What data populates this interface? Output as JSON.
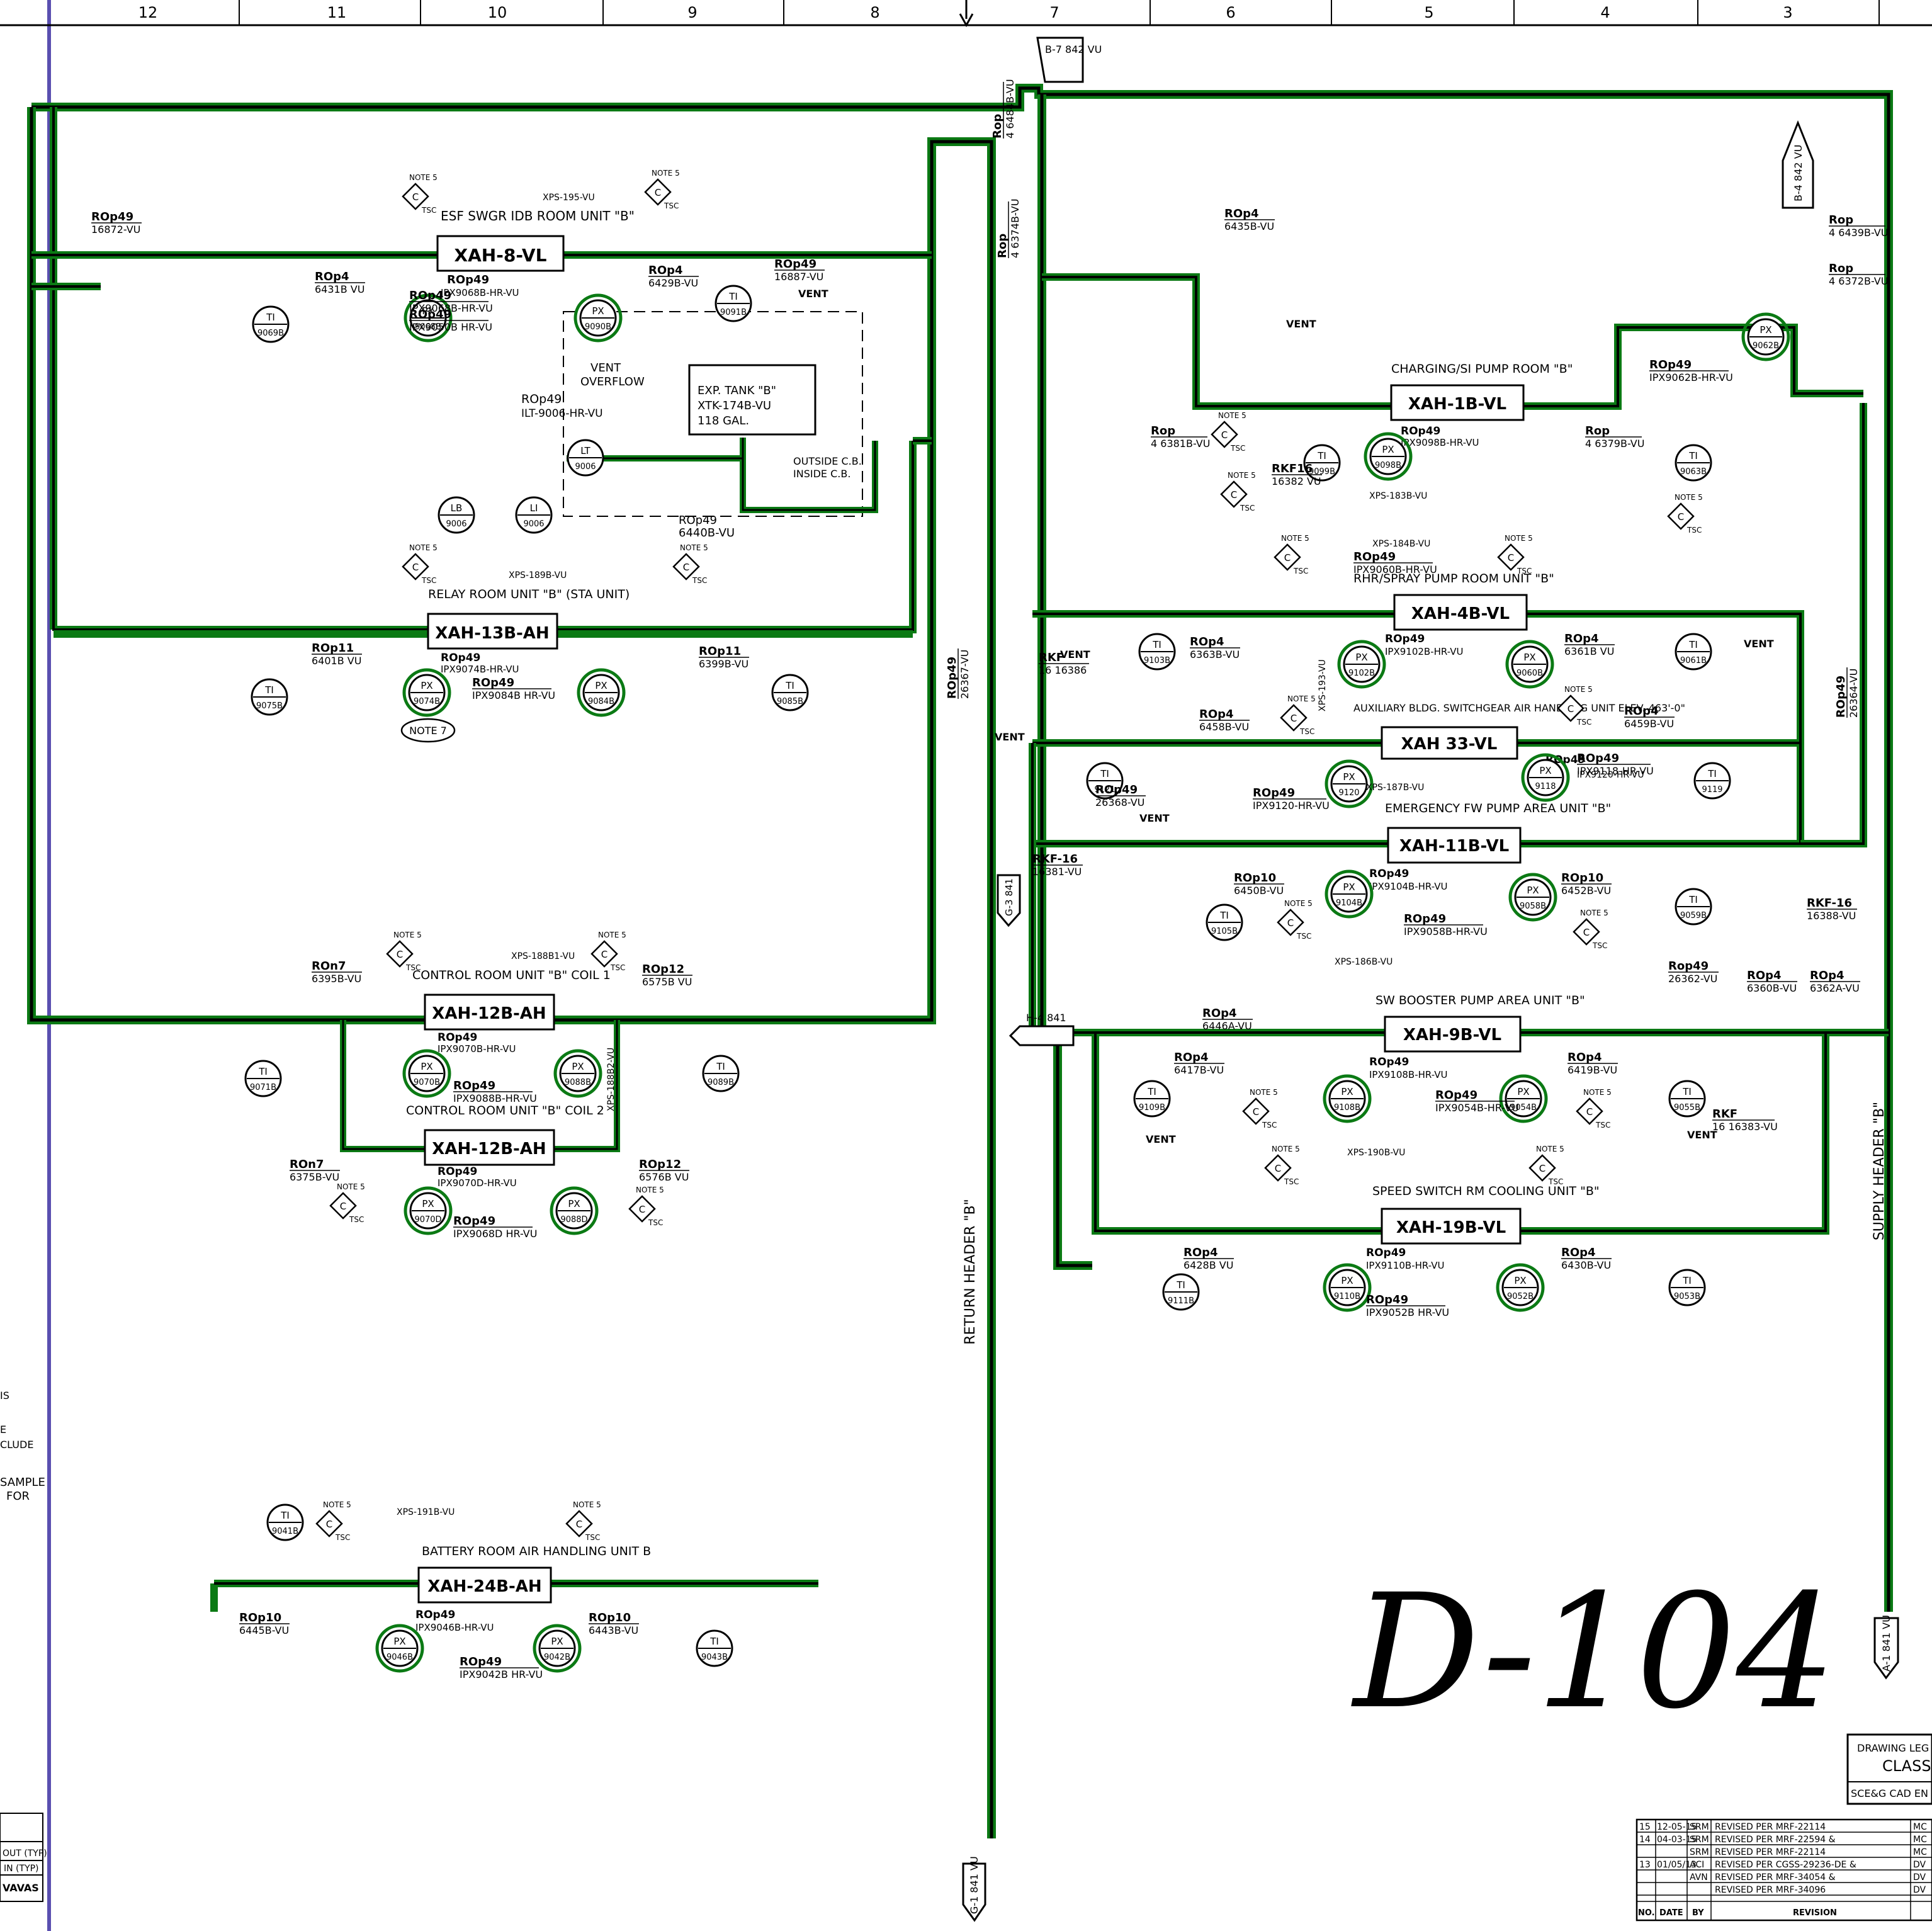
{
  "grid_columns": [
    "12",
    "11",
    "10",
    "9",
    "8",
    "7",
    "6",
    "5",
    "4",
    "3"
  ],
  "handwritten_label": "D-104",
  "header_labels": {
    "return": "RETURN HEADER \"B\"",
    "supply": "SUPPLY HEADER \"B\""
  },
  "units": [
    {
      "id": "xah8",
      "tag": "XAH-8-VL",
      "desc": "ESF SWGR IDB ROOM UNIT \"B\"",
      "ro": "ROp49",
      "ro_tag": "IPX9068B-HR-VU"
    },
    {
      "id": "xah13b",
      "tag": "XAH-13B-AH",
      "desc": "RELAY ROOM UNIT \"B\" (STA UNIT)",
      "ro": "ROp49",
      "ro_tag": "IPX9074B-HR-VU"
    },
    {
      "id": "xah12b1",
      "tag": "XAH-12B-AH",
      "desc": "CONTROL ROOM UNIT \"B\" COIL 1",
      "ro": "ROp49",
      "ro_tag": "IPX9070B-HR-VU"
    },
    {
      "id": "xah12b2",
      "tag": "XAH-12B-AH",
      "desc": "CONTROL ROOM UNIT \"B\" COIL 2",
      "ro": "ROp49",
      "ro_tag": "IPX9070D-HR-VU"
    },
    {
      "id": "xah24b",
      "tag": "XAH-24B-AH",
      "desc": "BATTERY ROOM AIR HANDLING UNIT B",
      "ro": "ROp49",
      "ro_tag": "IPX9046B-HR-VU"
    },
    {
      "id": "xah1b",
      "tag": "XAH-1B-VL",
      "desc": "CHARGING/SI PUMP ROOM \"B\"",
      "ro": "ROp49",
      "ro_tag": "IPX9098B-HR-VU"
    },
    {
      "id": "xah4b",
      "tag": "XAH-4B-VL",
      "desc": "RHR/SPRAY PUMP ROOM UNIT \"B\"",
      "ro": "ROp49",
      "ro_tag": "IPX9102B-HR-VU"
    },
    {
      "id": "xah33",
      "tag": "XAH 33-VL",
      "desc": "AUXILIARY BLDG. SWITCHGEAR AIR HANDLING UNIT ELEV. 463'-0\"",
      "ro": "ROp49",
      "ro_tag": "IPX9120-HR-VU"
    },
    {
      "id": "xah11b",
      "tag": "XAH-11B-VL",
      "desc": "EMERGENCY FW PUMP AREA UNIT \"B\"",
      "ro": "ROp49",
      "ro_tag": "IPX9104B-HR-VU"
    },
    {
      "id": "xah9b",
      "tag": "XAH-9B-VL",
      "desc": "SW BOOSTER PUMP AREA UNIT \"B\"",
      "ro": "ROp49",
      "ro_tag": "IPX9108B-HR-VU"
    },
    {
      "id": "xah19b",
      "tag": "XAH-19B-VL",
      "desc": "SPEED SWITCH RM COOLING UNIT \"B\"",
      "ro": "ROp49",
      "ro_tag": "IPX9110B-HR-VU"
    }
  ],
  "tank": {
    "line1": "EXP. TANK \"B\"",
    "line2": "XTK-174B-VU",
    "line3": "118 GAL."
  },
  "tank_labels": {
    "vent": "VENT",
    "overflow": "OVERFLOW",
    "outside": "OUTSIDE C.B.",
    "inside": "INSIDE C.B.",
    "ro": "ROp49",
    "ro_tag": "ILT-9006-HR-VU",
    "ro2": "ROp49",
    "ro2_tag": "6440B-VU"
  },
  "instruments": [
    {
      "tag": "TI 9069B"
    },
    {
      "tag": "PX 9068B"
    },
    {
      "tag": "PX 9090B"
    },
    {
      "tag": "TI 9091B"
    },
    {
      "tag": "LT 9006"
    },
    {
      "tag": "LB 9006"
    },
    {
      "tag": "LI 9006"
    },
    {
      "tag": "TI 9075B"
    },
    {
      "tag": "PX 9074B"
    },
    {
      "tag": "PX 9084B"
    },
    {
      "tag": "TI 9085B"
    },
    {
      "tag": "TI 9071B"
    },
    {
      "tag": "PX 9070B"
    },
    {
      "tag": "PX 9088B"
    },
    {
      "tag": "TI 9089B"
    },
    {
      "tag": "PX 9070D"
    },
    {
      "tag": "PX 9088D"
    },
    {
      "tag": "TI 9041B"
    },
    {
      "tag": "PX 9046B"
    },
    {
      "tag": "PX 9042B"
    },
    {
      "tag": "TI 9043B"
    },
    {
      "tag": "TI 9099B"
    },
    {
      "tag": "PX 9098B"
    },
    {
      "tag": "PX 9062B"
    },
    {
      "tag": "TI 9063B"
    },
    {
      "tag": "TI 9103B"
    },
    {
      "tag": "PX 9102B"
    },
    {
      "tag": "PX 9060B"
    },
    {
      "tag": "TI 9061B"
    },
    {
      "tag": "TI 9121"
    },
    {
      "tag": "PX 9120"
    },
    {
      "tag": "PX 9118"
    },
    {
      "tag": "TI 9119"
    },
    {
      "tag": "TI 9105B"
    },
    {
      "tag": "PX 9104B"
    },
    {
      "tag": "PX 9058B"
    },
    {
      "tag": "TI 9059B"
    },
    {
      "tag": "TI 9109B"
    },
    {
      "tag": "PX 9108B"
    },
    {
      "tag": "PX 9054B"
    },
    {
      "tag": "TI 9055B"
    },
    {
      "tag": "TI 9111B"
    },
    {
      "tag": "PX 9110B"
    },
    {
      "tag": "PX 9052B"
    },
    {
      "tag": "TI 9053B"
    }
  ],
  "line_tags": [
    "ROp49 16872-VU",
    "ROp4 6431B VU",
    "ROp49 IPX9068B-HR-VU",
    "ROp49 IPX9050B HR-VU",
    "ROp4 6429B-VU",
    "ROp49 16887-VU",
    "ROp11 6401B VU",
    "ROp49 IPX9084B HR-VU",
    "ROp11 6399B-VU",
    "ROn7 6395B-VU",
    "ROp12 6575B VU",
    "ROn7 6375B-VU",
    "ROp12 6576B VU",
    "ROp49 IPX9088B-HR-VU",
    "ROp49 IPX9068D HR-VU",
    "ROp10 6445B-VU",
    "ROp49 IPX9042B HR-VU",
    "ROp10 6443B-VU",
    "ROp49 26367-VU",
    "Rop 4 6484B-VU",
    "Rop 4 6374B-VU",
    "ROp4 6435B-VU",
    "Rop 4 6381B-VU",
    "RKF16 16382 VU",
    "ROp49 IPX9062B-HR-VU",
    "Rop 4 6379B-VU",
    "Rop 4 6439B-VU",
    "Rop 4 6372B-VU",
    "ROp49 IPX9060B-HR-VU",
    "ROp4 6363B-VU",
    "ROp4 6361B VU",
    "RKF 16 16386",
    "ROp4 6458B-VU",
    "ROp4 6459B-VU",
    "ROp49 IPX9118-HR-VU",
    "ROp49 26368-VU",
    "ROp49 IPX9120-HR-VU",
    "RKF-16 16381-VU",
    "ROp10 6450B-VU",
    "ROp49 IPX9058B-HR-VU",
    "ROp10 6452B-VU",
    "Rop49 26362-VU",
    "ROp4 6360B-VU",
    "ROp4 6362A-VU",
    "RKF-16 16388-VU",
    "ROp4 6446A-VU",
    "ROp4 6417B-VU",
    "ROp49 IPX9054B-HR-VU",
    "ROp4 6419B-VU",
    "ROp4 6428B VU",
    "ROp49 IPX9052B HR-VU",
    "ROp4 6430B-VU",
    "RKF 16 16383-VU",
    "ROp49 26364-VU"
  ],
  "xps": [
    "XPS-195-VU",
    "XPS-189B-VU",
    "XPS-188B1-VU",
    "XPS-188B2-VU",
    "XPS-191B-VU",
    "XPS-183B-VU",
    "XPS-184B-VU",
    "XPS-193-VU",
    "XPS-187B-VU",
    "XPS-186B-VU",
    "XPS-190B-VU"
  ],
  "offsheet": [
    {
      "id": "top",
      "text": "B-7 842 VU"
    },
    {
      "id": "right_top",
      "text": "B-4 842 VU"
    },
    {
      "id": "bottom_left",
      "text": "G-1 841 VU"
    },
    {
      "id": "bottom_right",
      "text": "A-1 841 VU"
    },
    {
      "id": "h4",
      "text": "H-4 841"
    },
    {
      "id": "mid841",
      "text": "G-3 841"
    }
  ],
  "notes": {
    "note5": "NOTE 5",
    "note7": "NOTE 7",
    "tsc": "TSC",
    "vent": "VENT"
  },
  "legend": {
    "line1": "DRAWING LEG",
    "line2": "CLASS",
    "line3": "SCE&G CAD EN"
  },
  "left_legend": [
    "OUT (TYP)",
    "IN (TYP)",
    "VAVAS"
  ],
  "left_clipped": [
    "IS",
    "E",
    "CLUDE",
    "SAMPLE",
    "FOR"
  ],
  "revisions": [
    {
      "no": "15",
      "date": "12-05-15",
      "by": "SRM",
      "rev": "REVISED PER MRF-22114",
      "chk": "MC"
    },
    {
      "no": "14",
      "date": "04-03-15",
      "by": "SRM",
      "rev": "REVISED PER MRF-22594 &",
      "chk": "MC"
    },
    {
      "no": "",
      "date": "",
      "by": "SRM",
      "rev": "REVISED PER MRF-22114",
      "chk": "MC"
    },
    {
      "no": "13",
      "date": "01/05/13",
      "by": "ACI",
      "rev": "REVISED PER CGSS-29236-DE &",
      "chk": "DV"
    },
    {
      "no": "",
      "date": "",
      "by": "AVN",
      "rev": "REVISED PER MRF-34054 &",
      "chk": "DV"
    },
    {
      "no": "",
      "date": "",
      "by": "",
      "rev": "REVISED PER MRF-34096",
      "chk": "DV"
    }
  ],
  "revision_header": {
    "no": "NO.",
    "date": "DATE",
    "by": "BY",
    "rev": "REVISION"
  },
  "colors": {
    "pipe": "#0b7a14",
    "ink": "#000000",
    "margin": "#5a4fb0",
    "paper": "#ffffff"
  }
}
